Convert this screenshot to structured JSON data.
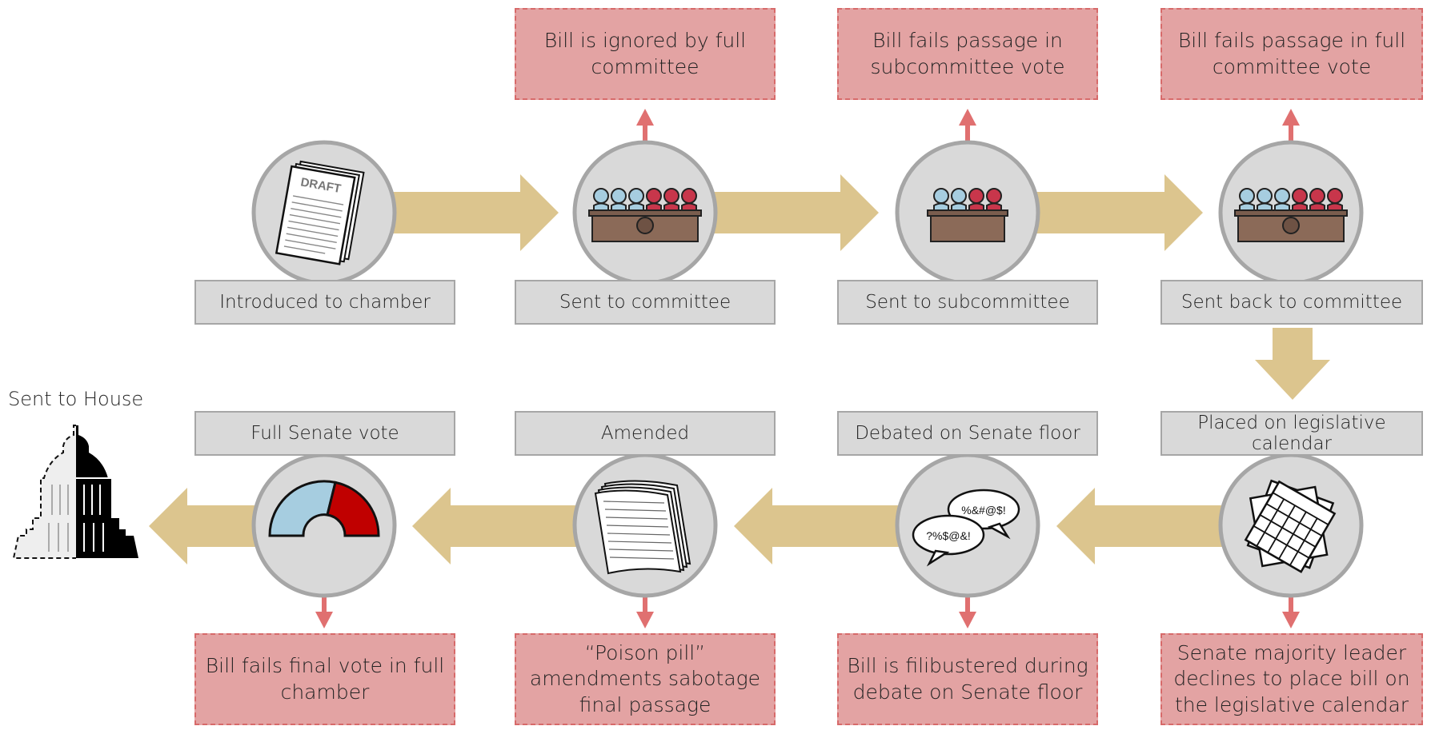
{
  "colors": {
    "flow_arrow": "#dcc58e",
    "fail_arrow": "#e07070",
    "fail_fill": "#e3a3a3",
    "label_fill": "#d9d9d9",
    "circle_fill": "#d9d9d9",
    "circle_stroke": "#a6a6a6",
    "democrat_blue": "#a6cde0",
    "republican_red": "#c8364b",
    "vote_red": "#c00000"
  },
  "steps": [
    {
      "id": "introduced",
      "label": "Introduced to chamber",
      "icon": "draft-document-icon",
      "icon_text": "DRAFT",
      "fail": null
    },
    {
      "id": "committee",
      "label": "Sent to committee",
      "icon": "committee-icon",
      "fail": "Bill is ignored by full committee"
    },
    {
      "id": "subcommittee",
      "label": "Sent to subcommittee",
      "icon": "subcommittee-icon",
      "fail": "Bill fails passage in subcommittee vote"
    },
    {
      "id": "back-to-committee",
      "label": "Sent back to committee",
      "icon": "committee-icon",
      "fail": "Bill fails passage in full committee vote"
    },
    {
      "id": "calendar",
      "label": "Placed on legislative calendar",
      "icon": "calendar-icon",
      "fail": "Senate majority leader declines to place bill on the legislative calendar"
    },
    {
      "id": "debate",
      "label": "Debated on Senate floor",
      "icon": "speech-bubbles-icon",
      "bubble_texts": [
        "%&#@$!",
        "?%$@&!"
      ],
      "fail": "Bill is filibustered during debate on Senate floor"
    },
    {
      "id": "amended",
      "label": "Amended",
      "icon": "stacked-pages-icon",
      "fail": "“Poison pill” amendments sabotage final passage"
    },
    {
      "id": "senate-vote",
      "label": "Full Senate vote",
      "icon": "vote-gauge-icon",
      "fail": "Bill fails final vote in full chamber"
    }
  ],
  "destination": {
    "label": "Sent to House",
    "icon": "capitol-dome-icon"
  }
}
